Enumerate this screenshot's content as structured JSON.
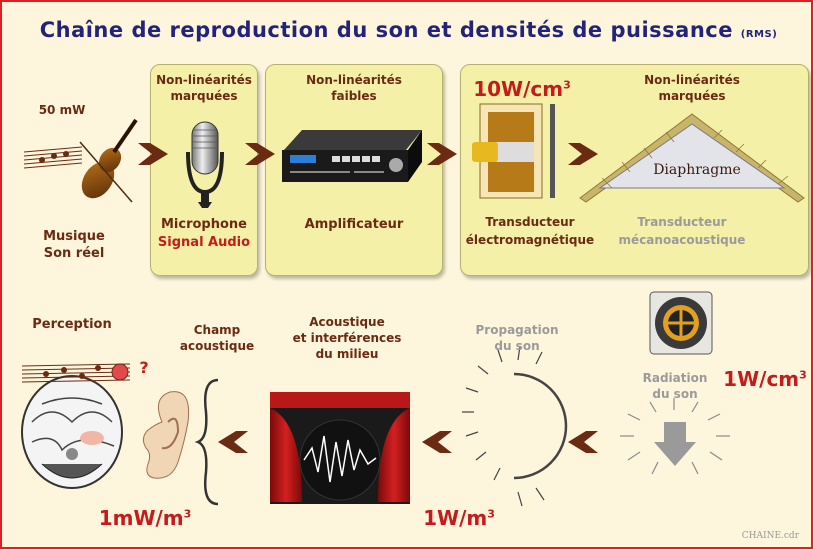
{
  "title": {
    "main": "Chaîne de reproduction du son et densités de puissance",
    "suffix": "(RMS)"
  },
  "top_row": {
    "source": {
      "power": "50 mW",
      "label_line1": "Musique",
      "label_line2": "Son réel"
    },
    "microphone": {
      "note_line1": "Non-linéarités",
      "note_line2": "marquées",
      "label": "Microphone",
      "sublabel": "Signal Audio"
    },
    "amplifier": {
      "note_line1": "Non-linéarités",
      "note_line2": "faibles",
      "label": "Amplificateur"
    },
    "transducer_em": {
      "power": "10W/cm",
      "power_exp": "3",
      "label_line1": "Transducteur",
      "label_line2": "électromagnétique"
    },
    "diaphragm": {
      "note_line1": "Non-linéarités",
      "note_line2": "marquées",
      "inner_label": "Diaphragme",
      "label_line1": "Transducteur",
      "label_line2": "mécanoacoustique"
    }
  },
  "bottom_row": {
    "perception": {
      "label": "Perception",
      "question": "?"
    },
    "field": {
      "label_line1": "Champ",
      "label_line2": "acoustique",
      "power": "1mW/m",
      "power_exp": "3"
    },
    "acoustics": {
      "label_line1": "Acoustique",
      "label_line2": "et interférences",
      "label_line3": "du milieu",
      "power": "1W/m",
      "power_exp": "3"
    },
    "propagation": {
      "label_line1": "Propagation",
      "label_line2": "du son"
    },
    "radiation": {
      "label_line1": "Radiation",
      "label_line2": "du son",
      "power": "1W/cm",
      "power_exp": "3"
    }
  },
  "footer": {
    "filename": "CHAINE.cdr"
  },
  "colors": {
    "background": "#fdf6dc",
    "panel": "#f5f0a8",
    "frame": "#e02020",
    "title": "#23237a",
    "arrow": "#6b2a12",
    "label": "#6b2a12",
    "power": "#c41c1c"
  }
}
